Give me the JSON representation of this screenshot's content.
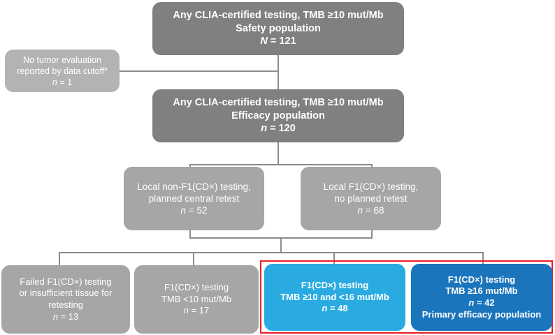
{
  "diagram": {
    "title": "Patient disposition flow diagram",
    "colors": {
      "dark_gray": "#808080",
      "mid_gray": "#a6a6a6",
      "light_gray": "#b3b3b3",
      "cyan": "#29abe2",
      "blue": "#1b75bc",
      "connector": "#8c8c8c",
      "highlight_border": "#ed1c24",
      "text_on_fill": "#ffffff"
    },
    "nodes": {
      "safety_population": {
        "line1": "Any CLIA-certified testing, TMB ≥10 mut/Mb",
        "line2": "Safety population",
        "count_symbol": "N",
        "count_equals": " = ",
        "count_value": "121"
      },
      "no_tumor_evaluation": {
        "line1": "No tumor evaluation",
        "line2": "reported by data cutoff",
        "line2_superscript": "a",
        "count_symbol": "n",
        "count_equals": " = ",
        "count_value": "1"
      },
      "efficacy_population": {
        "line1": "Any CLIA-certified testing, TMB ≥10 mut/Mb",
        "line2": "Efficacy population",
        "count_symbol": "n",
        "count_equals": " = ",
        "count_value": "120"
      },
      "local_non_f1_testing": {
        "line1": "Local non-F1(CD×) testing,",
        "line2": "planned central retest",
        "count_symbol": "n",
        "count_equals": " = ",
        "count_value": "52"
      },
      "local_f1_testing": {
        "line1": "Local F1(CD×) testing,",
        "line2": "no planned retest",
        "count_symbol": "n",
        "count_equals": " = ",
        "count_value": "68"
      },
      "failed_f1_testing": {
        "line1": "Failed F1(CD×) testing",
        "line2": "or insufficient tissue for",
        "line3": "retesting",
        "count_symbol": "n",
        "count_equals": " = ",
        "count_value": "13"
      },
      "f1_tmb_lt10": {
        "line1": "F1(CD×) testing",
        "line2": "TMB <10 mut/Mb",
        "count_symbol": "n",
        "count_equals": " = ",
        "count_value": "17"
      },
      "f1_tmb_10_to_16": {
        "line1": "F1(CD×) testing",
        "line2": "TMB ≥10 and <16 mut/Mb",
        "count_symbol": "n",
        "count_equals": " = ",
        "count_value": "48"
      },
      "f1_tmb_ge16": {
        "line1": "F1(CD×) testing",
        "line2": "TMB ≥16 mut/Mb",
        "count_symbol": "n",
        "count_equals": " = ",
        "count_value": "42",
        "line4": "Primary efficacy population"
      }
    },
    "chart_data": {
      "type": "flowchart",
      "levels": [
        {
          "level": 1,
          "boxes": [
            {
              "id": "safety_population",
              "label": "Any CLIA-certified testing, TMB ≥10 mut/Mb / Safety population",
              "n": 121,
              "n_symbol": "N",
              "fill": "#808080"
            }
          ]
        },
        {
          "level": 2,
          "boxes": [
            {
              "id": "no_tumor_evaluation",
              "label": "No tumor evaluation reported by data cutoffᵃ",
              "n": 1,
              "n_symbol": "n",
              "fill": "#b3b3b3",
              "side_branch": true
            },
            {
              "id": "efficacy_population",
              "label": "Any CLIA-certified testing, TMB ≥10 mut/Mb / Efficacy population",
              "n": 120,
              "n_symbol": "n",
              "fill": "#808080"
            }
          ]
        },
        {
          "level": 3,
          "boxes": [
            {
              "id": "local_non_f1_testing",
              "label": "Local non-F1(CD×) testing, planned central retest",
              "n": 52,
              "n_symbol": "n",
              "fill": "#a6a6a6"
            },
            {
              "id": "local_f1_testing",
              "label": "Local F1(CD×) testing, no planned retest",
              "n": 68,
              "n_symbol": "n",
              "fill": "#a6a6a6"
            }
          ]
        },
        {
          "level": 4,
          "boxes": [
            {
              "id": "failed_f1_testing",
              "label": "Failed F1(CD×) testing or insufficient tissue for retesting",
              "n": 13,
              "n_symbol": "n",
              "fill": "#a6a6a6"
            },
            {
              "id": "f1_tmb_lt10",
              "label": "F1(CD×) testing TMB <10 mut/Mb",
              "n": 17,
              "n_symbol": "n",
              "fill": "#a6a6a6"
            },
            {
              "id": "f1_tmb_10_to_16",
              "label": "F1(CD×) testing TMB ≥10 and <16 mut/Mb",
              "n": 48,
              "n_symbol": "n",
              "fill": "#29abe2",
              "highlighted": true
            },
            {
              "id": "f1_tmb_ge16",
              "label": "F1(CD×) testing TMB ≥16 mut/Mb — Primary efficacy population",
              "n": 42,
              "n_symbol": "n",
              "fill": "#1b75bc",
              "highlighted": true
            }
          ]
        }
      ],
      "highlight": {
        "border_color": "#ed1c24",
        "encloses": [
          "f1_tmb_10_to_16",
          "f1_tmb_ge16"
        ]
      },
      "edges": [
        {
          "from": "safety_population",
          "to": "efficacy_population"
        },
        {
          "from": "safety_population",
          "to": "no_tumor_evaluation"
        },
        {
          "from": "efficacy_population",
          "to": "local_non_f1_testing"
        },
        {
          "from": "efficacy_population",
          "to": "local_f1_testing"
        },
        {
          "from": "local_non_f1_testing",
          "to": "failed_f1_testing"
        },
        {
          "from": "local_non_f1_testing",
          "to": "f1_tmb_lt10"
        },
        {
          "from": "local_non_f1_testing",
          "to": "f1_tmb_10_to_16"
        },
        {
          "from": "local_non_f1_testing",
          "to": "f1_tmb_ge16"
        },
        {
          "from": "local_f1_testing",
          "to": "failed_f1_testing"
        },
        {
          "from": "local_f1_testing",
          "to": "f1_tmb_lt10"
        },
        {
          "from": "local_f1_testing",
          "to": "f1_tmb_10_to_16"
        },
        {
          "from": "local_f1_testing",
          "to": "f1_tmb_ge16"
        }
      ]
    }
  }
}
